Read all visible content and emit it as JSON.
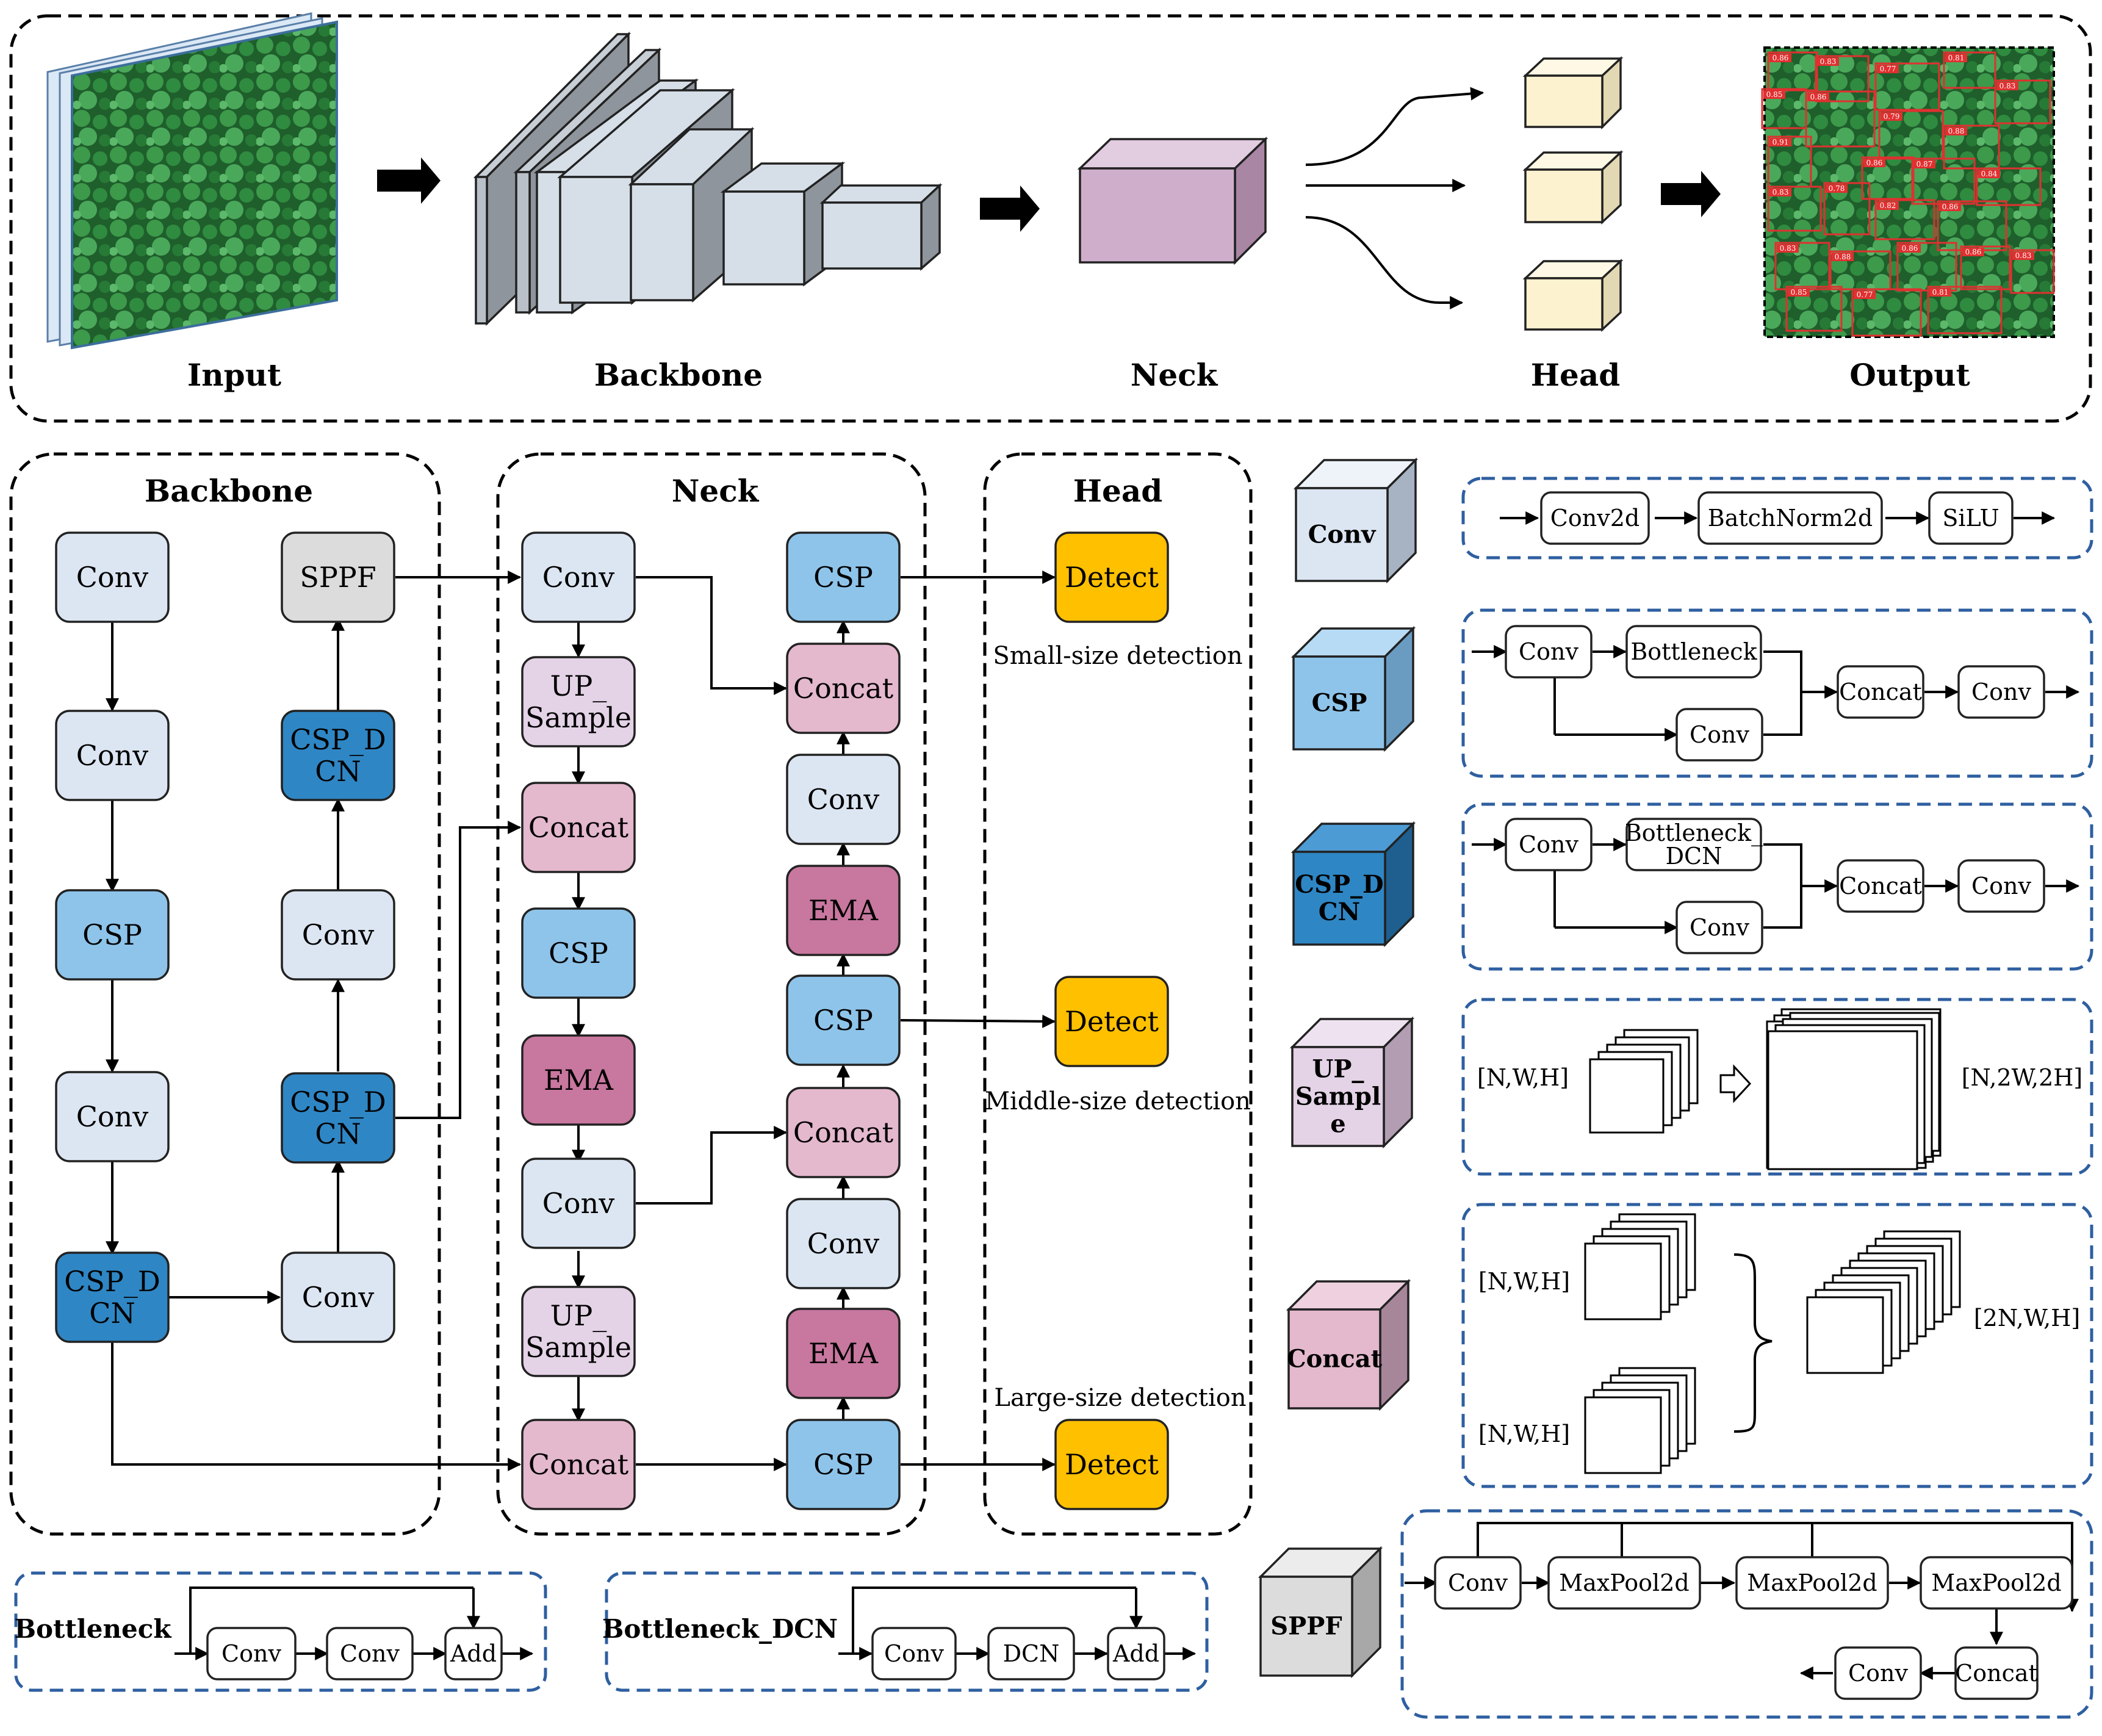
{
  "overview": {
    "stages": [
      "Input",
      "Backbone",
      "Neck",
      "Head",
      "Output"
    ],
    "output_scores": [
      "0.86",
      "0.83",
      "0.85",
      "0.77",
      "0.81",
      "0.83",
      "0.86",
      "0.79",
      "0.88",
      "0.91",
      "0.86",
      "0.87",
      "0.84",
      "0.83",
      "0.78",
      "0.82",
      "0.86",
      "0.83",
      "0.88",
      "0.86"
    ]
  },
  "backbone": {
    "title": "Backbone",
    "nodes": {
      "conv1": "Conv",
      "conv2": "Conv",
      "csp1": "CSP",
      "conv3": "Conv",
      "cspdcn1": "CSP_D\nCN",
      "conv4": "Conv",
      "cspdcn2": "CSP_D\nCN",
      "conv5": "Conv",
      "cspdcn3": "CSP_D\nCN",
      "sppf": "SPPF"
    }
  },
  "neck": {
    "title": "Neck",
    "nodes": {
      "conv_a": "Conv",
      "up_a": "UP_\nSample",
      "concat_a": "Concat",
      "csp_a": "CSP",
      "ema_a": "EMA",
      "conv_b": "Conv",
      "up_b": "UP_\nSample",
      "concat_b": "Concat",
      "csp_out": "CSP",
      "ema_c": "EMA",
      "conv_c": "Conv",
      "concat_c": "Concat",
      "csp_mid": "CSP",
      "ema_d": "EMA",
      "conv_d": "Conv",
      "concat_d": "Concat",
      "csp_top": "CSP"
    }
  },
  "head": {
    "title": "Head",
    "detect_label": "Detect",
    "captions": [
      "Small-size detection",
      "Middle-size detection",
      "Large-size detection"
    ]
  },
  "legend": {
    "conv": {
      "cube": "Conv",
      "steps": [
        "Conv2d",
        "BatchNorm2d",
        "SiLU"
      ]
    },
    "csp": {
      "cube": "CSP",
      "blocks": [
        "Conv",
        "Bottleneck",
        "Conv",
        "Concat",
        "Conv"
      ]
    },
    "cspdcn": {
      "cube": "CSP_D\nCN",
      "blocks": [
        "Conv",
        "Bottleneck_\nDCN",
        "Conv",
        "Concat",
        "Conv"
      ]
    },
    "upsample": {
      "cube": "UP_\nSampl\ne",
      "in": "[N,W,H]",
      "out": "[N,2W,2H]"
    },
    "concat": {
      "cube": "Concat",
      "in1": "[N,W,H]",
      "in2": "[N,W,H]",
      "out": "[2N,W,H]"
    },
    "sppf": {
      "cube": "SPPF",
      "blocks": [
        "Conv",
        "MaxPool2d",
        "MaxPool2d",
        "MaxPool2d",
        "Concat",
        "Conv"
      ]
    },
    "bottleneck": {
      "title": "Bottleneck",
      "blocks": [
        "Conv",
        "Conv",
        "Add"
      ]
    },
    "bottleneck_dcn": {
      "title": "Bottleneck_DCN",
      "blocks": [
        "Conv",
        "DCN",
        "Add"
      ]
    }
  },
  "colors": {
    "conv": "#dce6f2",
    "csp": "#8ec4ea",
    "cspdcn": "#2f86c4",
    "sppf": "#dcdcdc",
    "upsample": "#e4d2e6",
    "concat": "#e4b8cd",
    "ema": "#c8779f",
    "detect": "#ffc000",
    "neck_block": "#cfaecb",
    "head_block": "#fdf2cf",
    "backbone_block": "#d6dfe8",
    "tree_green": "#2f8b3f"
  }
}
